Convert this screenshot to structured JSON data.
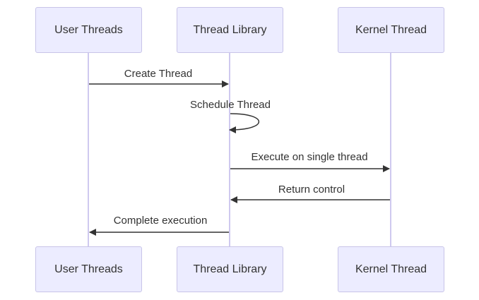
{
  "participants": [
    {
      "id": "user",
      "label": "User Threads"
    },
    {
      "id": "lib",
      "label": "Thread Library"
    },
    {
      "id": "kernel",
      "label": "Kernel Thread"
    }
  ],
  "messages": [
    {
      "from": "user",
      "to": "lib",
      "label": "Create Thread"
    },
    {
      "from": "lib",
      "to": "lib",
      "label": "Schedule Thread"
    },
    {
      "from": "lib",
      "to": "kernel",
      "label": "Execute on single thread"
    },
    {
      "from": "kernel",
      "to": "lib",
      "label": "Return control"
    },
    {
      "from": "lib",
      "to": "user",
      "label": "Complete execution"
    }
  ]
}
